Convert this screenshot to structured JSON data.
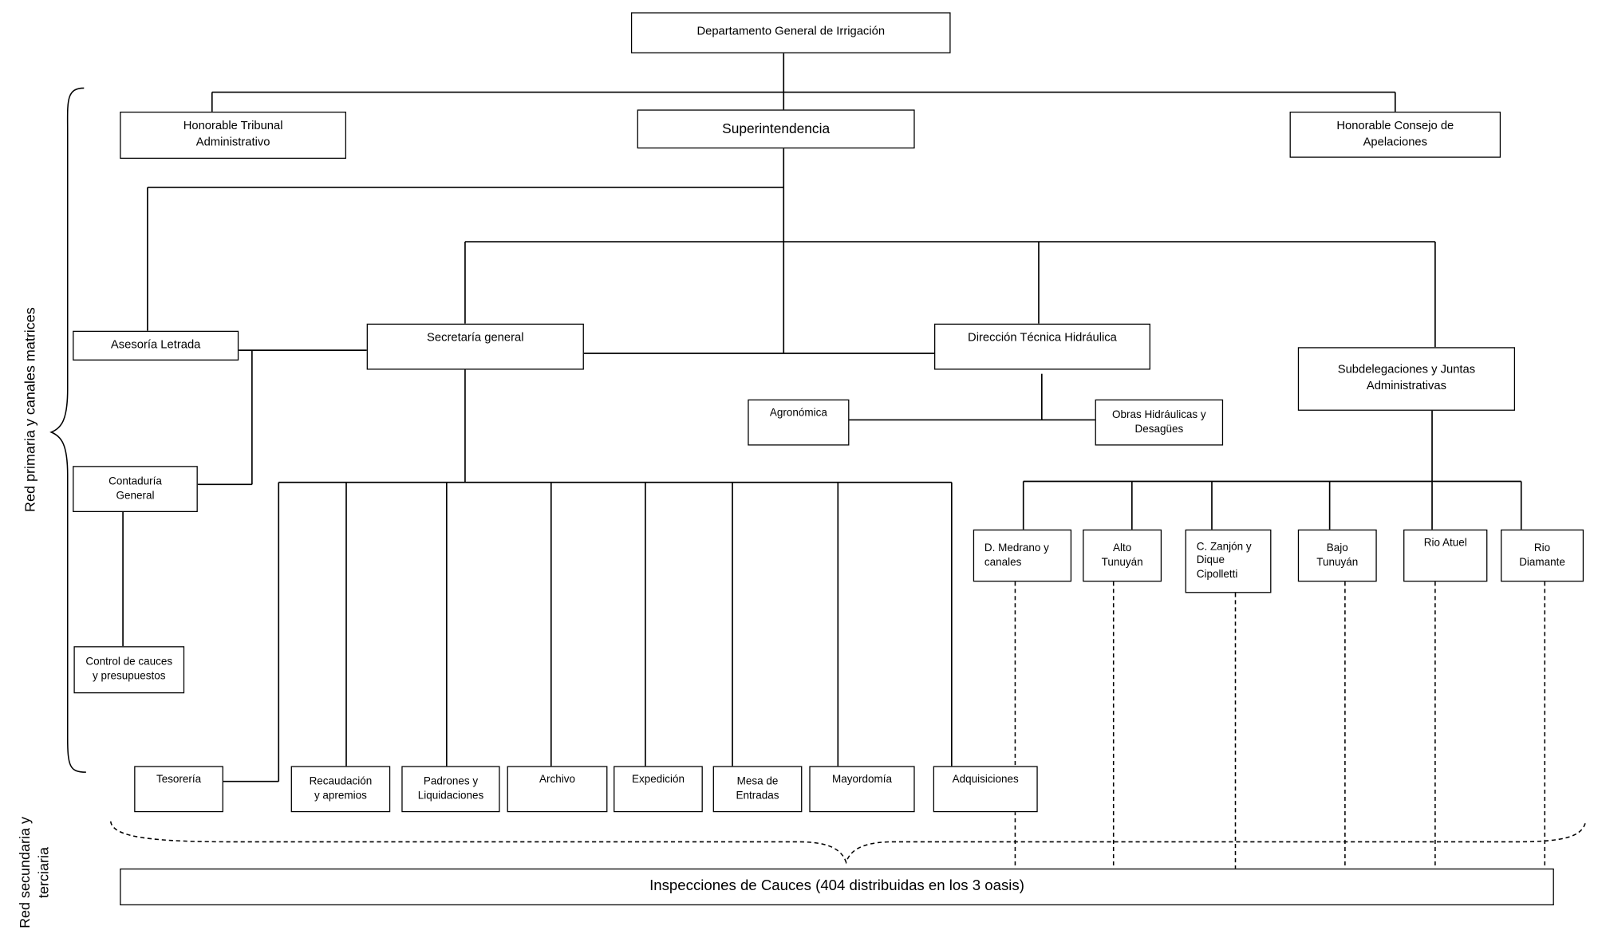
{
  "top": {
    "title": "Departamento General de Irrigación"
  },
  "level1": {
    "tribunal": "Honorable Tribunal\nAdministrativo",
    "superintendencia": "Superintendencia",
    "consejo": "Honorable Consejo de\nApelaciones"
  },
  "staff": {
    "asesoria": "Asesoría Letrada",
    "contaduria": "Contaduría\nGeneral",
    "control": "Control de cauces\ny presupuestos"
  },
  "level2": {
    "secretaria": "Secretaría general",
    "direccion": "Dirección Técnica Hidráulica",
    "subdelegaciones": "Subdelegaciones y Juntas\nAdministrativas"
  },
  "direccion_units": {
    "agronomica": "Agronómica",
    "obras": "Obras Hidráulicas y\nDesagües"
  },
  "secretaria_units": [
    "Tesorería",
    "Recaudación\ny apremios",
    "Padrones y\nLiquidaciones",
    "Archivo",
    "Expedición",
    "Mesa de\nEntradas",
    "Mayordomía",
    "Adquisiciones"
  ],
  "subdelegaciones_units": [
    "D. Medrano y\ncanales",
    "Alto\nTunuyán",
    "C. Zanjón y\nDique\nCipolletti",
    "Bajo\nTunuyán",
    "Rio Atuel",
    "Rio\nDiamante"
  ],
  "bottom": {
    "inspecciones": "Inspecciones de Cauces (404 distribuidas en los 3 oasis)"
  },
  "side_labels": {
    "primaria": "Red primaria y canales matrices",
    "secundaria": "Red secundaria y\nterciaria"
  }
}
